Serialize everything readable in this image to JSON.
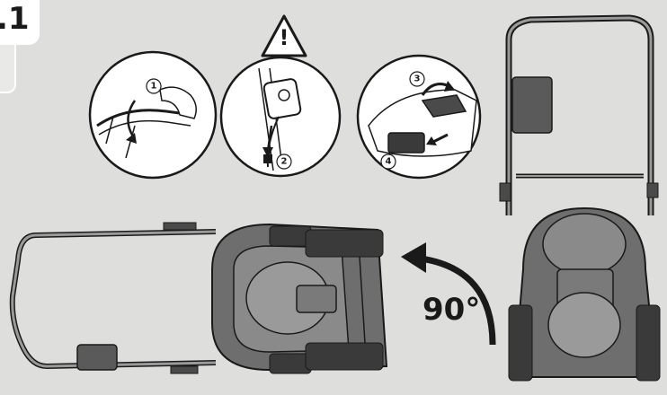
{
  "step": {
    "number": ".1"
  },
  "warning": {
    "symbol": "!",
    "icon": "warning-triangle-icon"
  },
  "callouts": [
    {
      "number": "1"
    },
    {
      "number": "2"
    },
    {
      "number": "3"
    },
    {
      "number": "4"
    }
  ],
  "rotation": {
    "label": "90°",
    "icon": "rotate-arrow-icon"
  },
  "colors": {
    "background": "#dededc",
    "line": "#1a1a1a",
    "detail_fill": "#ffffff",
    "mower_fill": "#6e6e6e",
    "mower_dark": "#3a3a3a"
  }
}
